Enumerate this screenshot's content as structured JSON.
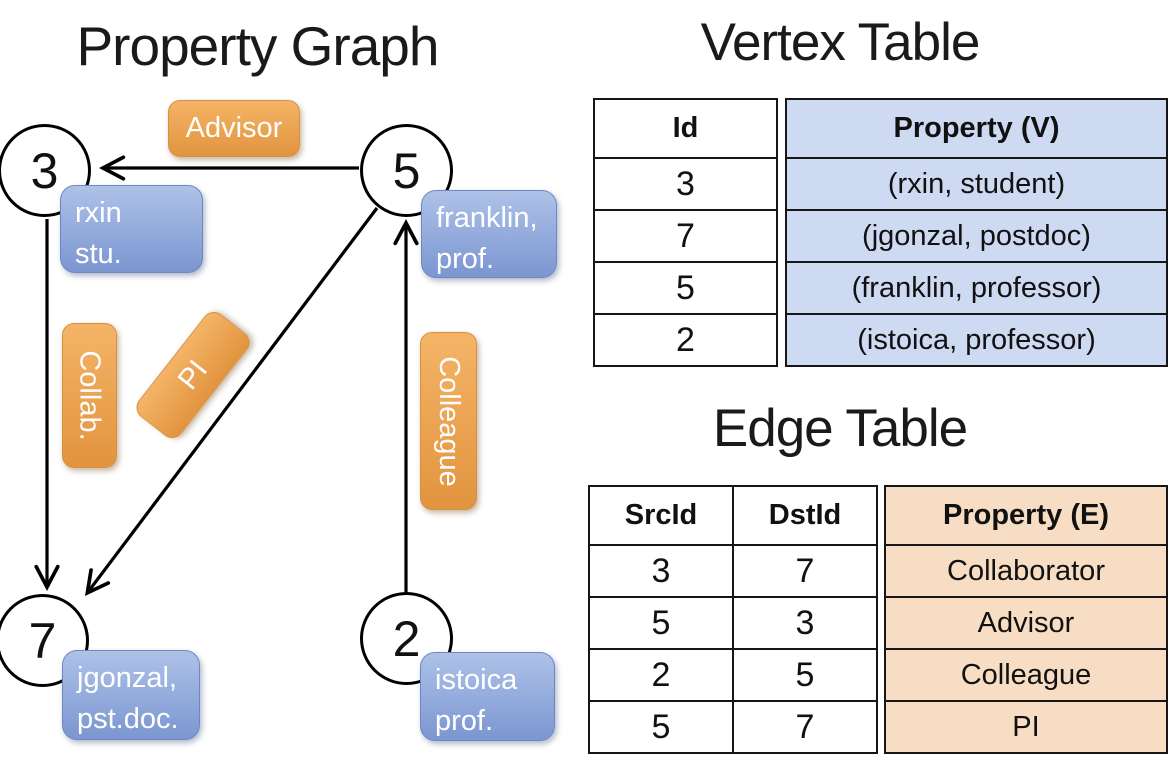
{
  "graph": {
    "title": "Property Graph",
    "nodes": {
      "n3": {
        "id": "3",
        "property_lines": [
          "rxin",
          "stu."
        ]
      },
      "n5": {
        "id": "5",
        "property_lines": [
          "franklin,",
          "prof."
        ]
      },
      "n7": {
        "id": "7",
        "property_lines": [
          "jgonzal,",
          "pst.doc."
        ]
      },
      "n2": {
        "id": "2",
        "property_lines": [
          "istoica",
          "prof."
        ]
      }
    },
    "edge_labels": {
      "advisor": "Advisor",
      "collab": "Collab.",
      "pi": "PI",
      "colleague": "Colleague"
    },
    "edges": [
      {
        "src": "5",
        "dst": "3",
        "label": "Advisor"
      },
      {
        "src": "3",
        "dst": "7",
        "label": "Collab."
      },
      {
        "src": "5",
        "dst": "7",
        "label": "PI"
      },
      {
        "src": "2",
        "dst": "5",
        "label": "Colleague"
      }
    ]
  },
  "vertex_table": {
    "title": "Vertex Table",
    "columns": [
      "Id",
      "Property (V)"
    ],
    "rows": [
      [
        "3",
        "(rxin, student)"
      ],
      [
        "7",
        "(jgonzal, postdoc)"
      ],
      [
        "5",
        "(franklin, professor)"
      ],
      [
        "2",
        "(istoica, professor)"
      ]
    ]
  },
  "edge_table": {
    "title": "Edge Table",
    "columns": [
      "SrcId",
      "DstId",
      "Property (E)"
    ],
    "rows": [
      [
        "3",
        "7",
        "Collaborator"
      ],
      [
        "5",
        "3",
        "Advisor"
      ],
      [
        "2",
        "5",
        "Colleague"
      ],
      [
        "5",
        "7",
        "PI"
      ]
    ]
  },
  "colors": {
    "vertex_card_top": "#aec2e8",
    "vertex_card_bottom": "#7b96d1",
    "edge_label_top": "#f4b467",
    "edge_label_bottom": "#e2943e",
    "vertex_property_fill": "#ced9f2",
    "edge_property_fill": "#f6ddc3",
    "edge_stroke": "#000000",
    "table_border": "#161616"
  }
}
